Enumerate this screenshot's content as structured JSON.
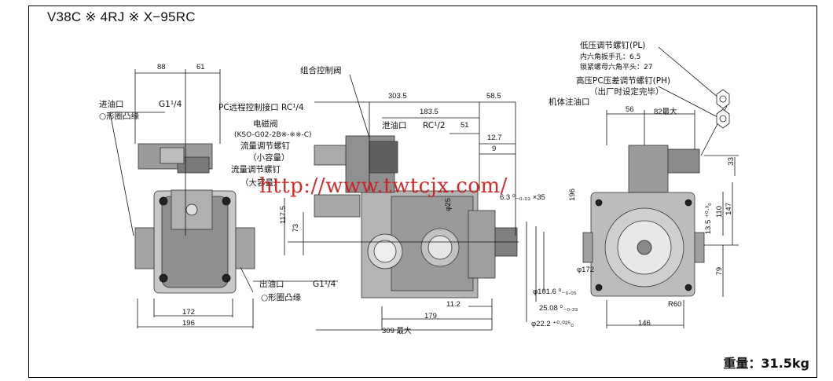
{
  "title": "V38C ※ 4RJ ※ X−95RC",
  "weight": "重量：31.5kg",
  "watermark": "http://www.twtcjx.com/",
  "labels": {
    "inlet": "进油口",
    "inlet_thread": "G1¹/4",
    "inlet_flange": "○形圈凸缘",
    "outlet": "出油口",
    "outlet_thread": "G1¹/4",
    "outlet_flange": "○形圈凸缘",
    "combined_valve": "组合控制阀",
    "pc_remote": "PC远程控制接口 RC¹/4",
    "solenoid": "电磁阀",
    "solenoid_model": "(KSO-G02-2B※-※※-C)",
    "flow_screw_small": "流量调节螺钉",
    "small_capacity": "（小容量）",
    "flow_screw_large": "流量调节螺钉",
    "large_capacity": "（大容量）",
    "drain": "泄油口",
    "drain_thread": "RC¹/2",
    "low_pressure_screw": "低压调节螺钉(PL)",
    "hex_wrench": "内六角扳手孔：6.5",
    "lock_nut": "锁紧螺母六角平头：27",
    "high_pressure_screw": "高压PC压差调节螺钉(PH)",
    "factory_set": "（出厂时设定完毕）",
    "fill_port": "机体注油口"
  },
  "dims": {
    "d88": "88",
    "d61": "61",
    "d172": "172",
    "d196": "196",
    "d303_5": "303.5",
    "d183_5": "183.5",
    "d58_5": "58.5",
    "d51": "51",
    "d12_7": "12.7",
    "d9": "9",
    "key": "6.3 ⁰₋₀.₀₃ ×35",
    "phi25": "φ25",
    "d117_5": "117.5",
    "d73": "73",
    "d11_2": "11.2",
    "d179": "179",
    "d309": "309 最大",
    "phi101_6": "φ101.6 ⁰₋₀.₀₅",
    "d25_08": "25.08 ⁰₋₀.₂₃",
    "phi22_2": "φ22.2 ⁺⁰·⁰²⁵₀",
    "d56": "56",
    "d82_max": "82最大",
    "d196_right": "196",
    "d33": "33",
    "d147": "147",
    "d110": "110",
    "d13_5": "13.5 ⁺⁰·³₀",
    "d79": "79",
    "phi172": "φ172",
    "r60": "R60",
    "d146": "146"
  }
}
